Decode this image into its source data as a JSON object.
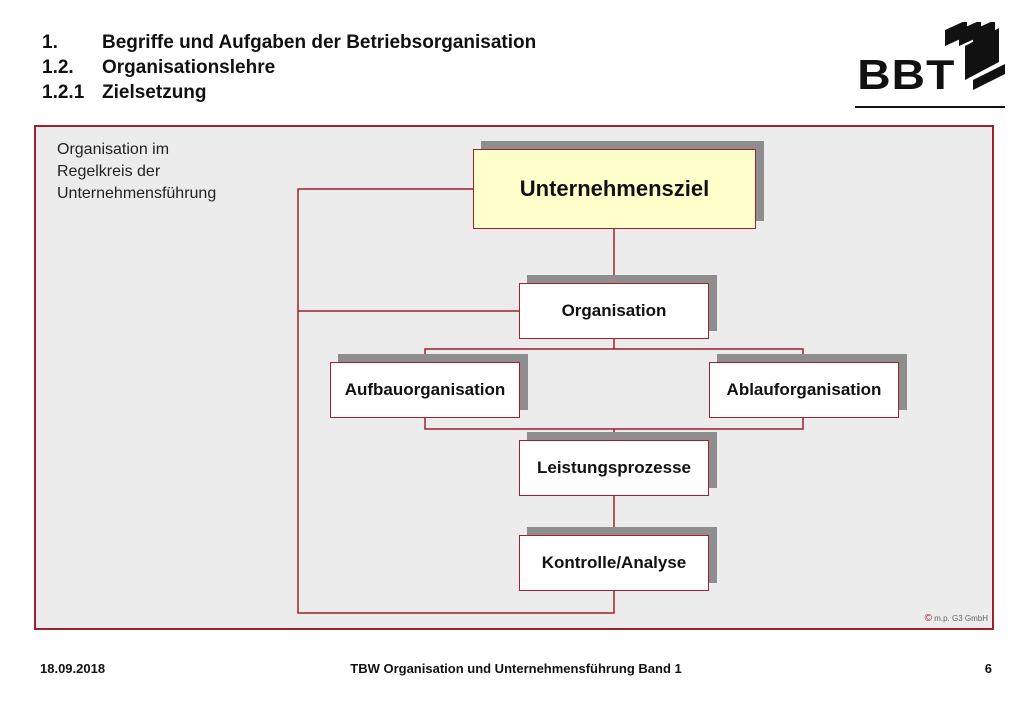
{
  "header": {
    "line1": {
      "num": "1.",
      "text": "Begriffe und Aufgaben der Betriebsorganisation"
    },
    "line2": {
      "num": "1.2.",
      "text": "Organisationslehre"
    },
    "line3": {
      "num": "1.2.1",
      "text": "Zielsetzung"
    },
    "logo_text": "BBT"
  },
  "caption": [
    "Organisation im",
    "Regelkreis der",
    "Unternehmensführung"
  ],
  "diagram": {
    "ziel": "Unternehmensziel",
    "organisation": "Organisation",
    "aufbau": "Aufbauorganisation",
    "ablauf": "Ablauforganisation",
    "leistung": "Leistungsprozesse",
    "kontrolle": "Kontrolle/Analyse"
  },
  "copyright": {
    "symbol": "©",
    "text": "m.p. G3 GmbH"
  },
  "footer": {
    "date": "18.09.2018",
    "title": "TBW Organisation und Unternehmensführung Band 1",
    "page": "6"
  },
  "colors": {
    "accent": "#a0202d",
    "highlight": "#ffffcc",
    "panel": "#ececec"
  }
}
